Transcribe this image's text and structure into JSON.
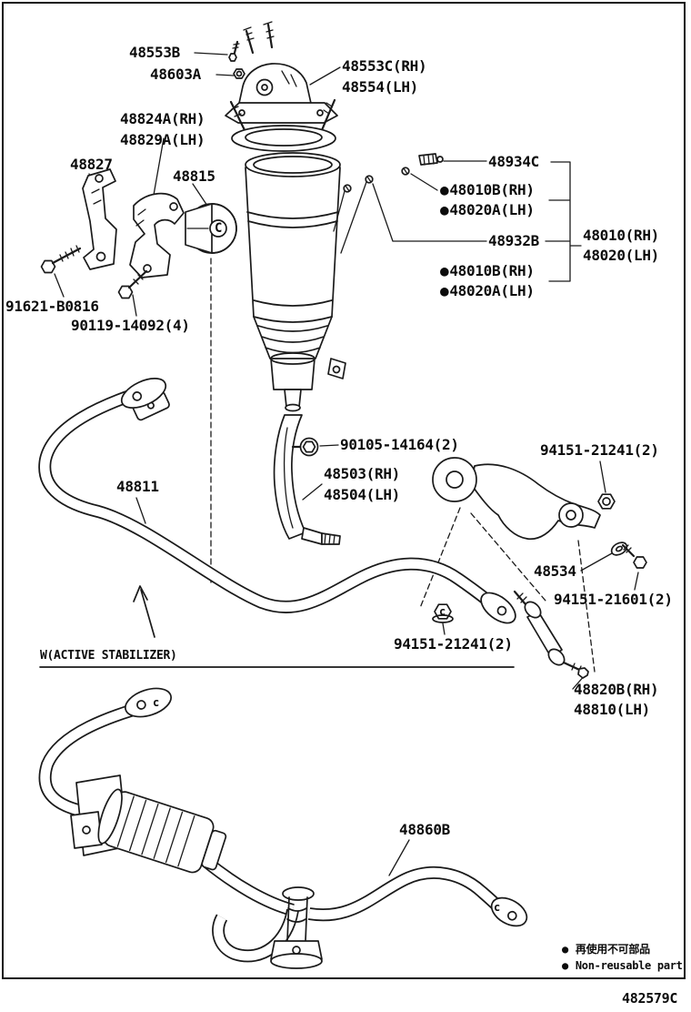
{
  "page": {
    "doc_number": "482579C"
  },
  "legend": {
    "bullet": "●",
    "jp": "再使用不可部品",
    "en": "Non-reusable part"
  },
  "caption": "W(ACTIVE STABILIZER)",
  "marks": {
    "bushing": "C",
    "nut": "c",
    "clamp_bottom": "c",
    "bar_end_bottom": "c"
  },
  "labels": {
    "p48553B": "48553B",
    "p48603A": "48603A",
    "p48553C": "48553C(RH)",
    "p48554": "48554(LH)",
    "p48824A": "48824A(RH)",
    "p48829A": "48829A(LH)",
    "p48827": "48827",
    "p48815": "48815",
    "p48934C": "48934C",
    "p48010B_a": "48010B(RH)",
    "p48020A_a": "48020A(LH)",
    "p48932B": "48932B",
    "p48010": "48010(RH)",
    "p48020": "48020(LH)",
    "p48010B_b": "48010B(RH)",
    "p48020A_b": "48020A(LH)",
    "p91621": "91621-B0816",
    "p90119": "90119-14092(4)",
    "p48811": "48811",
    "p90105": "90105-14164(2)",
    "p48503": "48503(RH)",
    "p48504": "48504(LH)",
    "p94151_21241_a": "94151-21241(2)",
    "p48534": "48534",
    "p94151_21601": "94151-21601(2)",
    "p94151_21241_b": "94151-21241(2)",
    "p48820B": "48820B(RH)",
    "p48810": "48810(LH)",
    "p48860B": "48860B"
  }
}
